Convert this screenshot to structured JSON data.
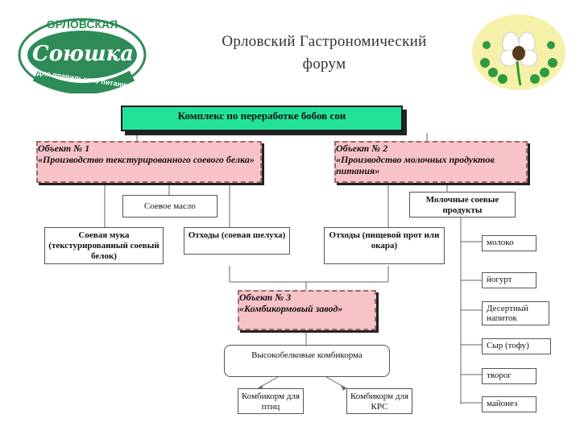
{
  "header": {
    "title_line1": "Орловский Гастрономический",
    "title_line2": "форум"
  },
  "logo_left": {
    "top_text": "ОРЛОВСКАЯ",
    "brand_text": "Союшка",
    "bottom_text": "для правильного питания"
  },
  "diagram": {
    "main": "Комплекс по переработке бобов сои",
    "object1": {
      "title": "Объект № 1",
      "name": "«Производство текстурированного соевого белка»"
    },
    "object2": {
      "title": "Объект № 2",
      "name": "«Производство молочных продуктов питания»"
    },
    "object3": {
      "title": "Объект № 3",
      "name": "«Комбикормовый завод»"
    },
    "soy_oil": "Соевое масло",
    "soy_milk_products": "Молочные соевые продукты",
    "soy_flour": "Соевая мука (текстурированный соевый белок)",
    "waste1": "Отходы (соевая шелуха)",
    "waste2": "Отходы (пищевой прот или окара)",
    "feed": "Высокобелковые комбикорма",
    "feed_birds": "Комбикорм для птиц",
    "feed_cattle": "Комбикорм для КРС",
    "products": [
      "молоко",
      "йогурт",
      "Десертный напиток",
      "Сыр (тофу)",
      "творог",
      "майонез"
    ]
  },
  "colors": {
    "main_box": "#22e29a",
    "object_box": "#f7c3c7",
    "logo_green": "#2e8b57"
  }
}
